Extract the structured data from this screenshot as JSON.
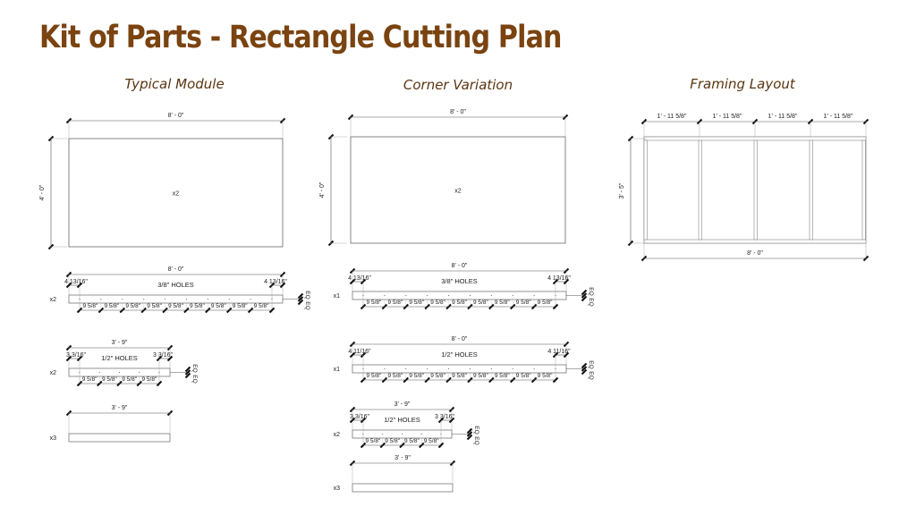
{
  "title": "Kit of Parts - Rectangle Cutting Plan",
  "typical": {
    "title": "Typical Module",
    "panel": {
      "width_label": "8' - 0\"",
      "height_label": "4' - 0\"",
      "qty": "x2"
    },
    "strips": [
      {
        "qty": "x2",
        "length_label": "8' - 0\"",
        "holes_label": "3/8\" HOLES",
        "end_label": "4 13/16\"",
        "spacing_label": "9 5/8\"",
        "spacing_count": 9,
        "eq_label": "EQ"
      },
      {
        "qty": "x2",
        "length_label": "3' - 9\"",
        "holes_label": "1/2\" HOLES",
        "end_label": "3 3/16\"",
        "spacing_label": "9 5/8\"",
        "spacing_count": 4,
        "eq_label": "EQ"
      },
      {
        "qty": "x3",
        "length_label": "3' - 9\""
      }
    ]
  },
  "corner": {
    "title": "Corner Variation",
    "panel": {
      "width_label": "8' - 0\"",
      "height_label": "4' - 0\"",
      "qty": "x2"
    },
    "strips": [
      {
        "qty": "x1",
        "length_label": "8' - 0\"",
        "holes_label": "3/8\" HOLES",
        "end_label": "4 13/16\"",
        "spacing_label": "9 5/8\"",
        "spacing_count": 9,
        "eq_label": "EQ"
      },
      {
        "qty": "x1",
        "length_label": "8' - 0\"",
        "holes_label": "1/2\" HOLES",
        "end_label": "4 11/16\"",
        "spacing_label": "9 5/8\"",
        "spacing_count": 9,
        "eq_label": "EQ"
      },
      {
        "qty": "x2",
        "length_label": "3' - 9\"",
        "holes_label": "1/2\" HOLES",
        "end_label": "3 3/16\"",
        "spacing_label": "9 5/8\"",
        "spacing_count": 4,
        "eq_label": "EQ"
      },
      {
        "qty": "x3",
        "length_label": "3' - 9\""
      }
    ]
  },
  "framing": {
    "title": "Framing Layout",
    "bay_labels": [
      "1' - 11 5/8\"",
      "1' - 11 5/8\"",
      "1' - 11 5/8\"",
      "1' - 11 5/8\""
    ],
    "height_label": "3' - 5\"",
    "width_label": "8' - 0\""
  }
}
